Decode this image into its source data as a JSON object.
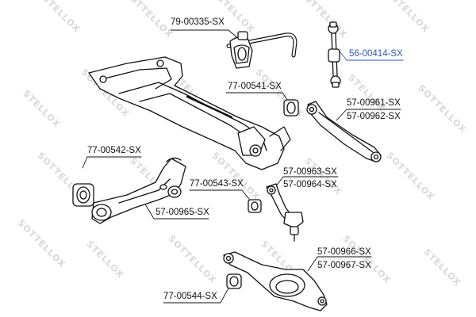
{
  "watermark": {
    "brand_a": "STELLOX",
    "brand_b": "SOTTELLOX"
  },
  "parts": [
    {
      "id": "stab-bushing",
      "code": "79-00335-SX"
    },
    {
      "id": "stab-link",
      "code": "56-00414-SX",
      "highlight": true
    },
    {
      "id": "subframe-bushing",
      "code": "77-00541-SX"
    },
    {
      "id": "upper-arm",
      "codes": [
        "57-00961-SX",
        "57-00962-SX"
      ]
    },
    {
      "id": "trailing-bushing",
      "code": "77-00542-SX"
    },
    {
      "id": "trailing-arm",
      "code": "57-00965-SX"
    },
    {
      "id": "toe-bushing",
      "code": "77-00543-SX"
    },
    {
      "id": "toe-link",
      "codes": [
        "57-00963-SX",
        "57-00964-SX"
      ]
    },
    {
      "id": "lower-arm",
      "codes": [
        "57-00966-SX",
        "57-00967-SX"
      ]
    },
    {
      "id": "lower-bushing",
      "code": "77-00544-SX"
    }
  ],
  "colors": {
    "ink": "#111111",
    "highlight": "#2f56b8",
    "watermark": "#d9d9d9"
  }
}
